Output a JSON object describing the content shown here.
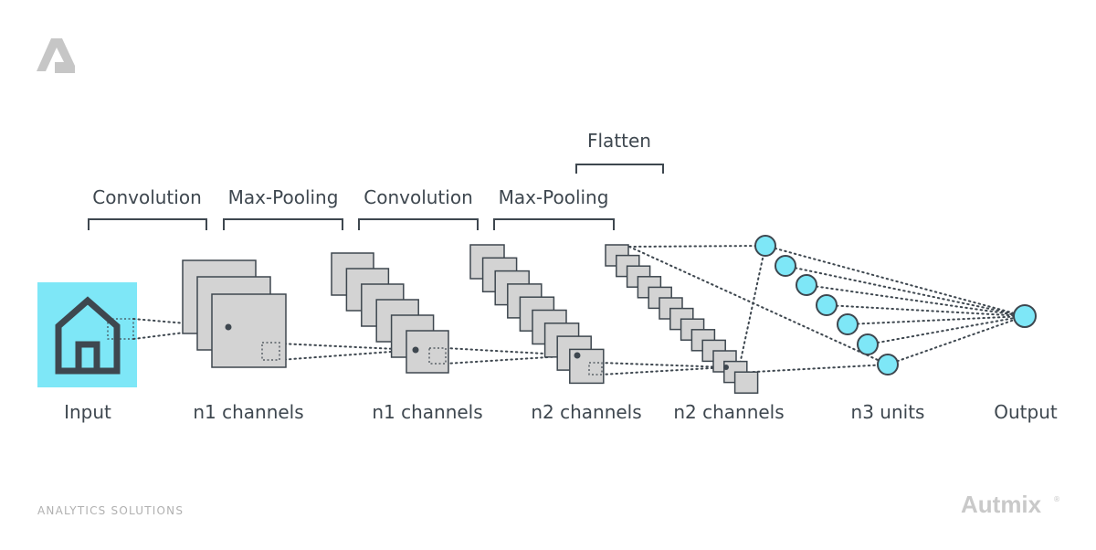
{
  "brand": {
    "logo_icon": "analytics-logo-icon",
    "footer_left": "ANALYTICS SOLUTIONS",
    "name": "Autmix",
    "registered": "®"
  },
  "stages": {
    "conv1": "Convolution",
    "pool1": "Max-Pooling",
    "conv2": "Convolution",
    "pool2": "Max-Pooling",
    "flatten": "Flatten"
  },
  "labels": {
    "input": "Input",
    "layer1": "n1 channels",
    "layer2": "n1 channels",
    "layer3": "n2 channels",
    "layer4": "n2 channels",
    "units": "n3 units",
    "output": "Output"
  },
  "colors": {
    "input_background": "#7ee7f7",
    "unit_fill": "#7ee7f7",
    "feature_map_fill": "#d3d3d3",
    "stroke": "#3e474f"
  },
  "icons": {
    "input": "house-icon"
  }
}
